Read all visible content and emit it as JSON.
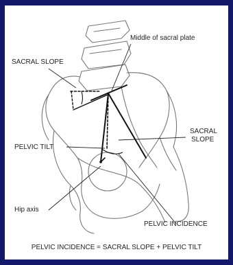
{
  "labels": {
    "middle_sacral_plate": "Middle of sacral plate",
    "sacral_slope_left": "SACRAL SLOPE",
    "sacral_slope_right_1": "SACRAL",
    "sacral_slope_right_2": "SLOPE",
    "pelvic_tilt": "PELVIC TILT",
    "hip_axis": "Hip axis",
    "pelvic_incidence": "PELVIC INCIDENCE"
  },
  "formula": "PELVIC INCIDENCE = SACRAL SLOPE + PELVIC TILT",
  "colors": {
    "outer_border": "#14186a",
    "panel": "#ffffff",
    "line": "#111111",
    "bone_outline": "#777777"
  }
}
